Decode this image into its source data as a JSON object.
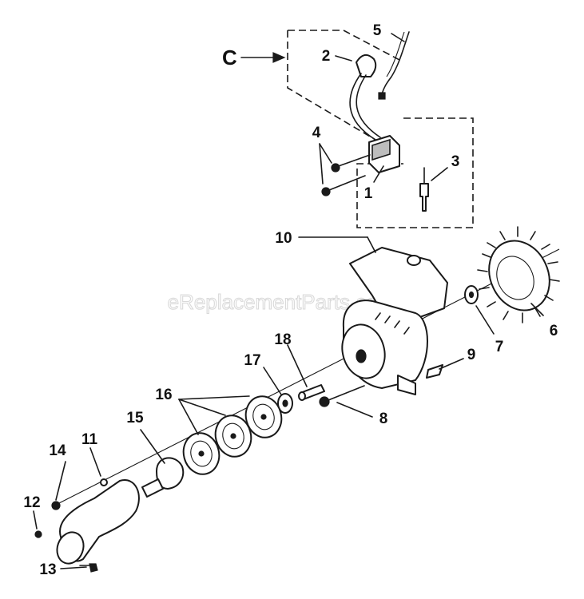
{
  "watermark": "eReplacementParts.com",
  "section_label": "C",
  "callouts": {
    "n1": "1",
    "n2": "2",
    "n3": "3",
    "n4": "4",
    "n5": "5",
    "n6": "6",
    "n7": "7",
    "n8": "8",
    "n9": "9",
    "n10": "10",
    "n11": "11",
    "n12": "12",
    "n13": "13",
    "n14": "14",
    "n15": "15",
    "n16": "16",
    "n17": "17",
    "n18": "18"
  }
}
